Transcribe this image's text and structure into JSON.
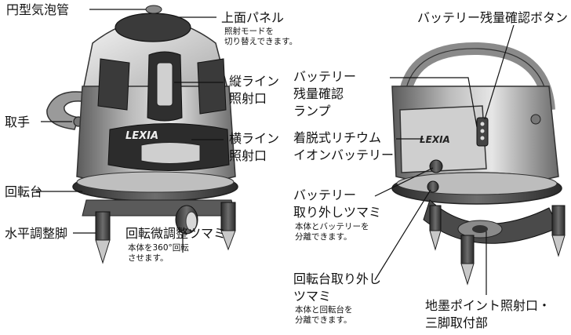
{
  "left": {
    "bubble_vial": "円型気泡管",
    "top_panel": "上面パネル",
    "top_panel_note_1": "照射モードを",
    "top_panel_note_2": "切り替えできます。",
    "vertical_line_1": "縦ライン",
    "vertical_line_2": "照射口",
    "handle": "取手",
    "horizontal_line_1": "横ライン",
    "horizontal_line_2": "照射口",
    "rotating_base": "回転台",
    "leveling_foot": "水平調整脚",
    "fine_knob": "回転微調整ツマミ",
    "fine_knob_note_1": "本体を360°回転",
    "fine_knob_note_2": "させます。",
    "brand_text": "LEXIA"
  },
  "right": {
    "battery_check_button": "バッテリー残量確認ボタン",
    "battery_lamp_1": "バッテリー",
    "battery_lamp_2": "残量確認",
    "battery_lamp_3": "ランプ",
    "battery_1": "着脱式リチウム",
    "battery_2": "イオンバッテリー",
    "battery_release_1": "バッテリー",
    "battery_release_2": "取り外しツマミ",
    "battery_release_note_1": "本体とバッテリーを",
    "battery_release_note_2": "分離できます。",
    "base_release_1": "回転台取り外し",
    "base_release_2": "ツマミ",
    "base_release_note_1": "本体と回転台を",
    "base_release_note_2": "分離できます。",
    "plumb_1": "地墨ポイント照射口・",
    "plumb_2": "三脚取付部"
  }
}
